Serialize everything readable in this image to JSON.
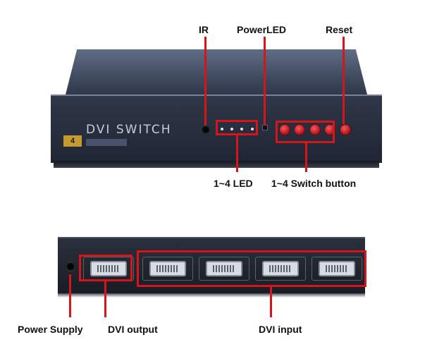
{
  "callouts": {
    "ir": "IR",
    "power_led": "PowerLED",
    "reset": "Reset",
    "led_1_4": "1~4 LED",
    "switch_button_1_4": "1~4 Switch button",
    "power_supply": "Power Supply",
    "dvi_output": "DVI output",
    "dvi_input": "DVI input"
  },
  "device_front": {
    "title": "DVI SWITCH",
    "badge": "4"
  },
  "colors": {
    "callout_red": "#d8141b",
    "device_body": "#2a3140",
    "badge_gold": "#c59a2f"
  }
}
